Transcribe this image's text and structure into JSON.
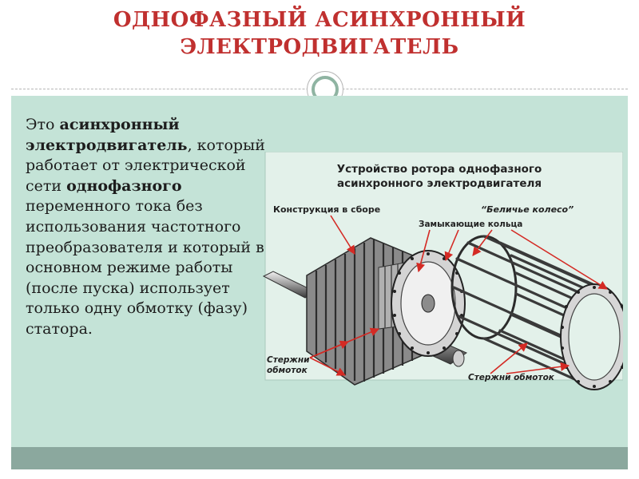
{
  "title": {
    "line1": "ОДНОФАЗНЫЙ АСИНХРОННЫЙ",
    "line2": "ЭЛЕКТРОДВИГАТЕЛЬ"
  },
  "body": {
    "t1": "Это ",
    "b1": "асинхронный электродвигатель",
    "t2": ", который работает от электрической сети ",
    "b2": "однофазного",
    "t3": " переменного тока без использования частотного преобразователя и который в основном режиме работы (после пуска) использует только одну обмотку (фазу) статора."
  },
  "figure": {
    "heading_line1": "Устройство ротора однофазного",
    "heading_line2": "асинхронного электродвигателя",
    "label_assembly": "Конструкция в сборе",
    "label_cage": "“Беличье колесо”",
    "label_rings": "Замыкающие кольца",
    "label_bars_left_1": "Стержни",
    "label_bars_left_2": "обмоток",
    "label_bars_right": "Стержни обмоток"
  },
  "colors": {
    "title": "#c0302f",
    "content_bg": "#c4e3d7",
    "footer_band": "#8ba89e",
    "figure_bg": "#e3f1ea"
  }
}
